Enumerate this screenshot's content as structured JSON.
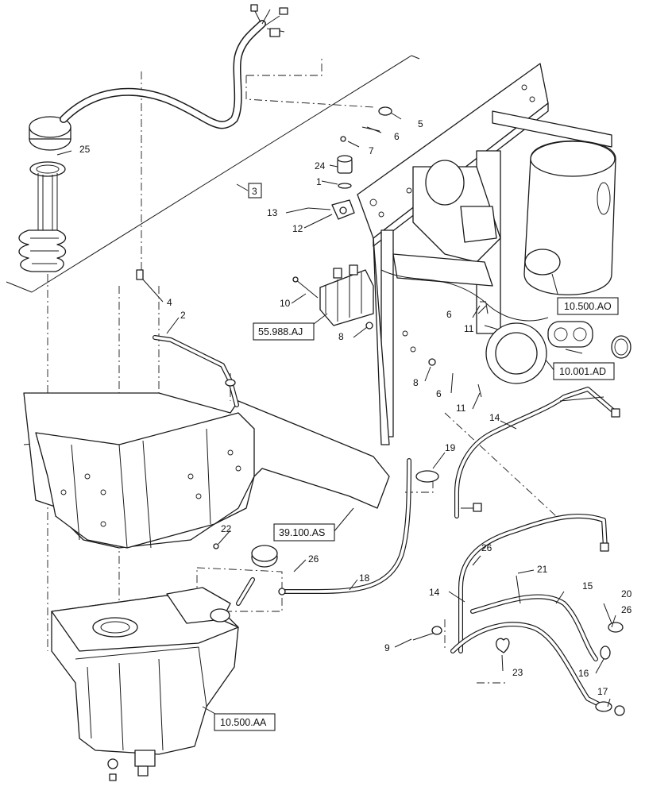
{
  "diagram": {
    "callouts": [
      {
        "id": "c25",
        "label": "25"
      },
      {
        "id": "c3",
        "label": "3"
      },
      {
        "id": "c5",
        "label": "5"
      },
      {
        "id": "c6a",
        "label": "6"
      },
      {
        "id": "c7",
        "label": "7"
      },
      {
        "id": "c24",
        "label": "24"
      },
      {
        "id": "c1",
        "label": "1"
      },
      {
        "id": "c13",
        "label": "13"
      },
      {
        "id": "c12",
        "label": "12"
      },
      {
        "id": "c4",
        "label": "4"
      },
      {
        "id": "c2",
        "label": "2"
      },
      {
        "id": "c10",
        "label": "10"
      },
      {
        "id": "c8a",
        "label": "8"
      },
      {
        "id": "c6b",
        "label": "6"
      },
      {
        "id": "c11a",
        "label": "11"
      },
      {
        "id": "c8b",
        "label": "8"
      },
      {
        "id": "c6c",
        "label": "6"
      },
      {
        "id": "c11b",
        "label": "11"
      },
      {
        "id": "c14a",
        "label": "14"
      },
      {
        "id": "c19",
        "label": "19"
      },
      {
        "id": "c22",
        "label": "22"
      },
      {
        "id": "c26a",
        "label": "26"
      },
      {
        "id": "c18",
        "label": "18"
      },
      {
        "id": "c26b",
        "label": "26"
      },
      {
        "id": "c21",
        "label": "21"
      },
      {
        "id": "c14b",
        "label": "14"
      },
      {
        "id": "c15",
        "label": "15"
      },
      {
        "id": "c20",
        "label": "20"
      },
      {
        "id": "c26c",
        "label": "26"
      },
      {
        "id": "c9",
        "label": "9"
      },
      {
        "id": "c23",
        "label": "23"
      },
      {
        "id": "c16",
        "label": "16"
      },
      {
        "id": "c17",
        "label": "17"
      }
    ],
    "references": {
      "r_10500ao": "10.500.AO",
      "r_55988aj": "55.988.AJ",
      "r_10001ad": "10.001.AD",
      "r_39100as": "39.100.AS",
      "r_10500aa": "10.500.AA"
    }
  }
}
